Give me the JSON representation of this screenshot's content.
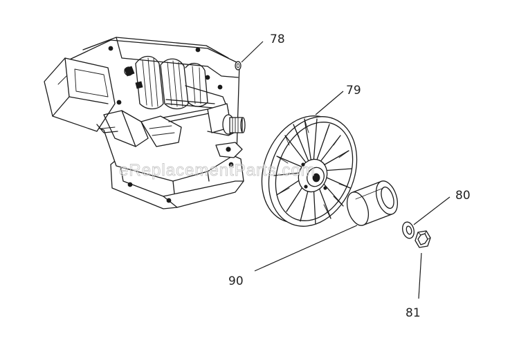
{
  "watermark": "eReplacementParts.com",
  "callouts": [
    {
      "id": "78",
      "label": "78"
    },
    {
      "id": "79",
      "label": "79"
    },
    {
      "id": "80",
      "label": "80"
    },
    {
      "id": "81",
      "label": "81"
    },
    {
      "id": "90",
      "label": "90"
    }
  ],
  "colors": {
    "ink": "#1a1a1a",
    "background": "#ffffff",
    "watermark": "#c8c8c8"
  }
}
